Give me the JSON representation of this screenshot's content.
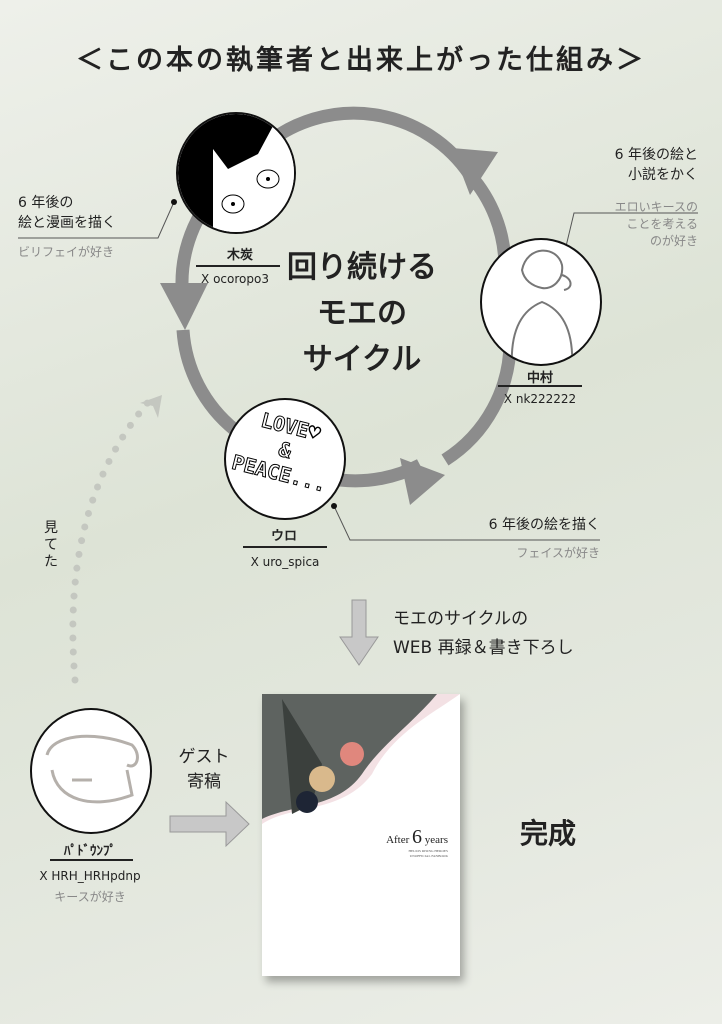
{
  "title": "＜この本の執筆者と出来上がった仕組み＞",
  "center_title": [
    "回り続ける",
    "モエの",
    "サイクル"
  ],
  "colors": {
    "ring": "#8c8c8c",
    "background": "#e2e6dc",
    "arrow_light": "#c8c8c8"
  },
  "members": [
    {
      "name": "木炭",
      "handle": "X ocoropo3",
      "role": [
        "6 年後の",
        "絵と漫画を描く"
      ],
      "likes": [
        "ビリフェイが好き"
      ]
    },
    {
      "name": "中村",
      "handle": "X nk222222",
      "role": [
        "6 年後の絵と",
        "小説をかく"
      ],
      "likes": [
        "エロいキースの",
        "ことを考える",
        "のが好き"
      ]
    },
    {
      "name": "ウロ",
      "handle": "X uro_spica",
      "role": [
        "6 年後の絵を描く"
      ],
      "likes": [
        "フェイスが好き"
      ],
      "avatar_text": [
        "LOVE♡",
        "&",
        "PEACE..."
      ]
    },
    {
      "name": "ﾊﾟﾄﾞｳﾝﾌﾟ",
      "handle": "X HRH_HRHpdnp",
      "likes": [
        "キースが好き"
      ]
    }
  ],
  "watched_label": [
    "見",
    "て",
    "た"
  ],
  "web_note": [
    "モエのサイクルの",
    "WEB 再録＆書き下ろし"
  ],
  "guest_label": [
    "ゲスト",
    "寄稿"
  ],
  "book": {
    "title_pre": "After",
    "title_num": "6",
    "title_post": "years",
    "subtitle": [
      "HELIOS RISING HEROES",
      "UNOFFICIAL FANBOOK"
    ]
  },
  "complete_label": "完成"
}
